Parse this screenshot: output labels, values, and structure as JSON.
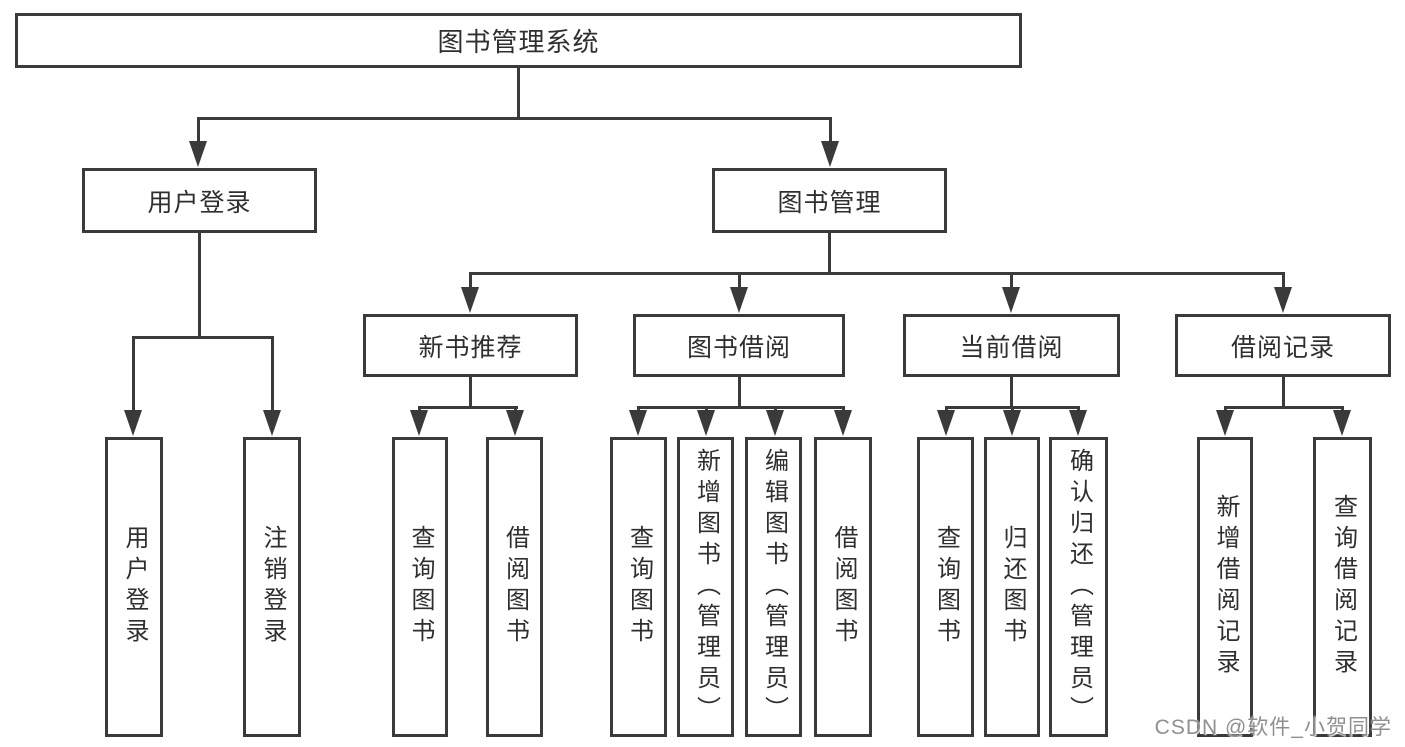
{
  "tree": {
    "root": {
      "label": "图书管理系统"
    },
    "user_branch": {
      "label": "用户登录",
      "children": [
        {
          "label": "用户登录"
        },
        {
          "label": "注销登录"
        }
      ]
    },
    "book_branch": {
      "label": "图书管理",
      "sections": [
        {
          "label": "新书推荐",
          "children": [
            {
              "label": "查询图书"
            },
            {
              "label": "借阅图书"
            }
          ]
        },
        {
          "label": "图书借阅",
          "children": [
            {
              "label": "查询图书"
            },
            {
              "label": "新增图书（管理员）"
            },
            {
              "label": "编辑图书（管理员）"
            },
            {
              "label": "借阅图书"
            }
          ]
        },
        {
          "label": "当前借阅",
          "children": [
            {
              "label": "查询图书"
            },
            {
              "label": "归还图书"
            },
            {
              "label": "确认归还（管理员）"
            }
          ]
        },
        {
          "label": "借阅记录",
          "children": [
            {
              "label": "新增借阅记录"
            },
            {
              "label": "查询借阅记录"
            }
          ]
        }
      ]
    }
  },
  "watermark": {
    "text": "CSDN @软件_小贺同学"
  },
  "colors": {
    "line": "#3a3a3a",
    "text": "#2f2f2f",
    "watermark_text": "#8f8f8f",
    "background": "#ffffff"
  }
}
